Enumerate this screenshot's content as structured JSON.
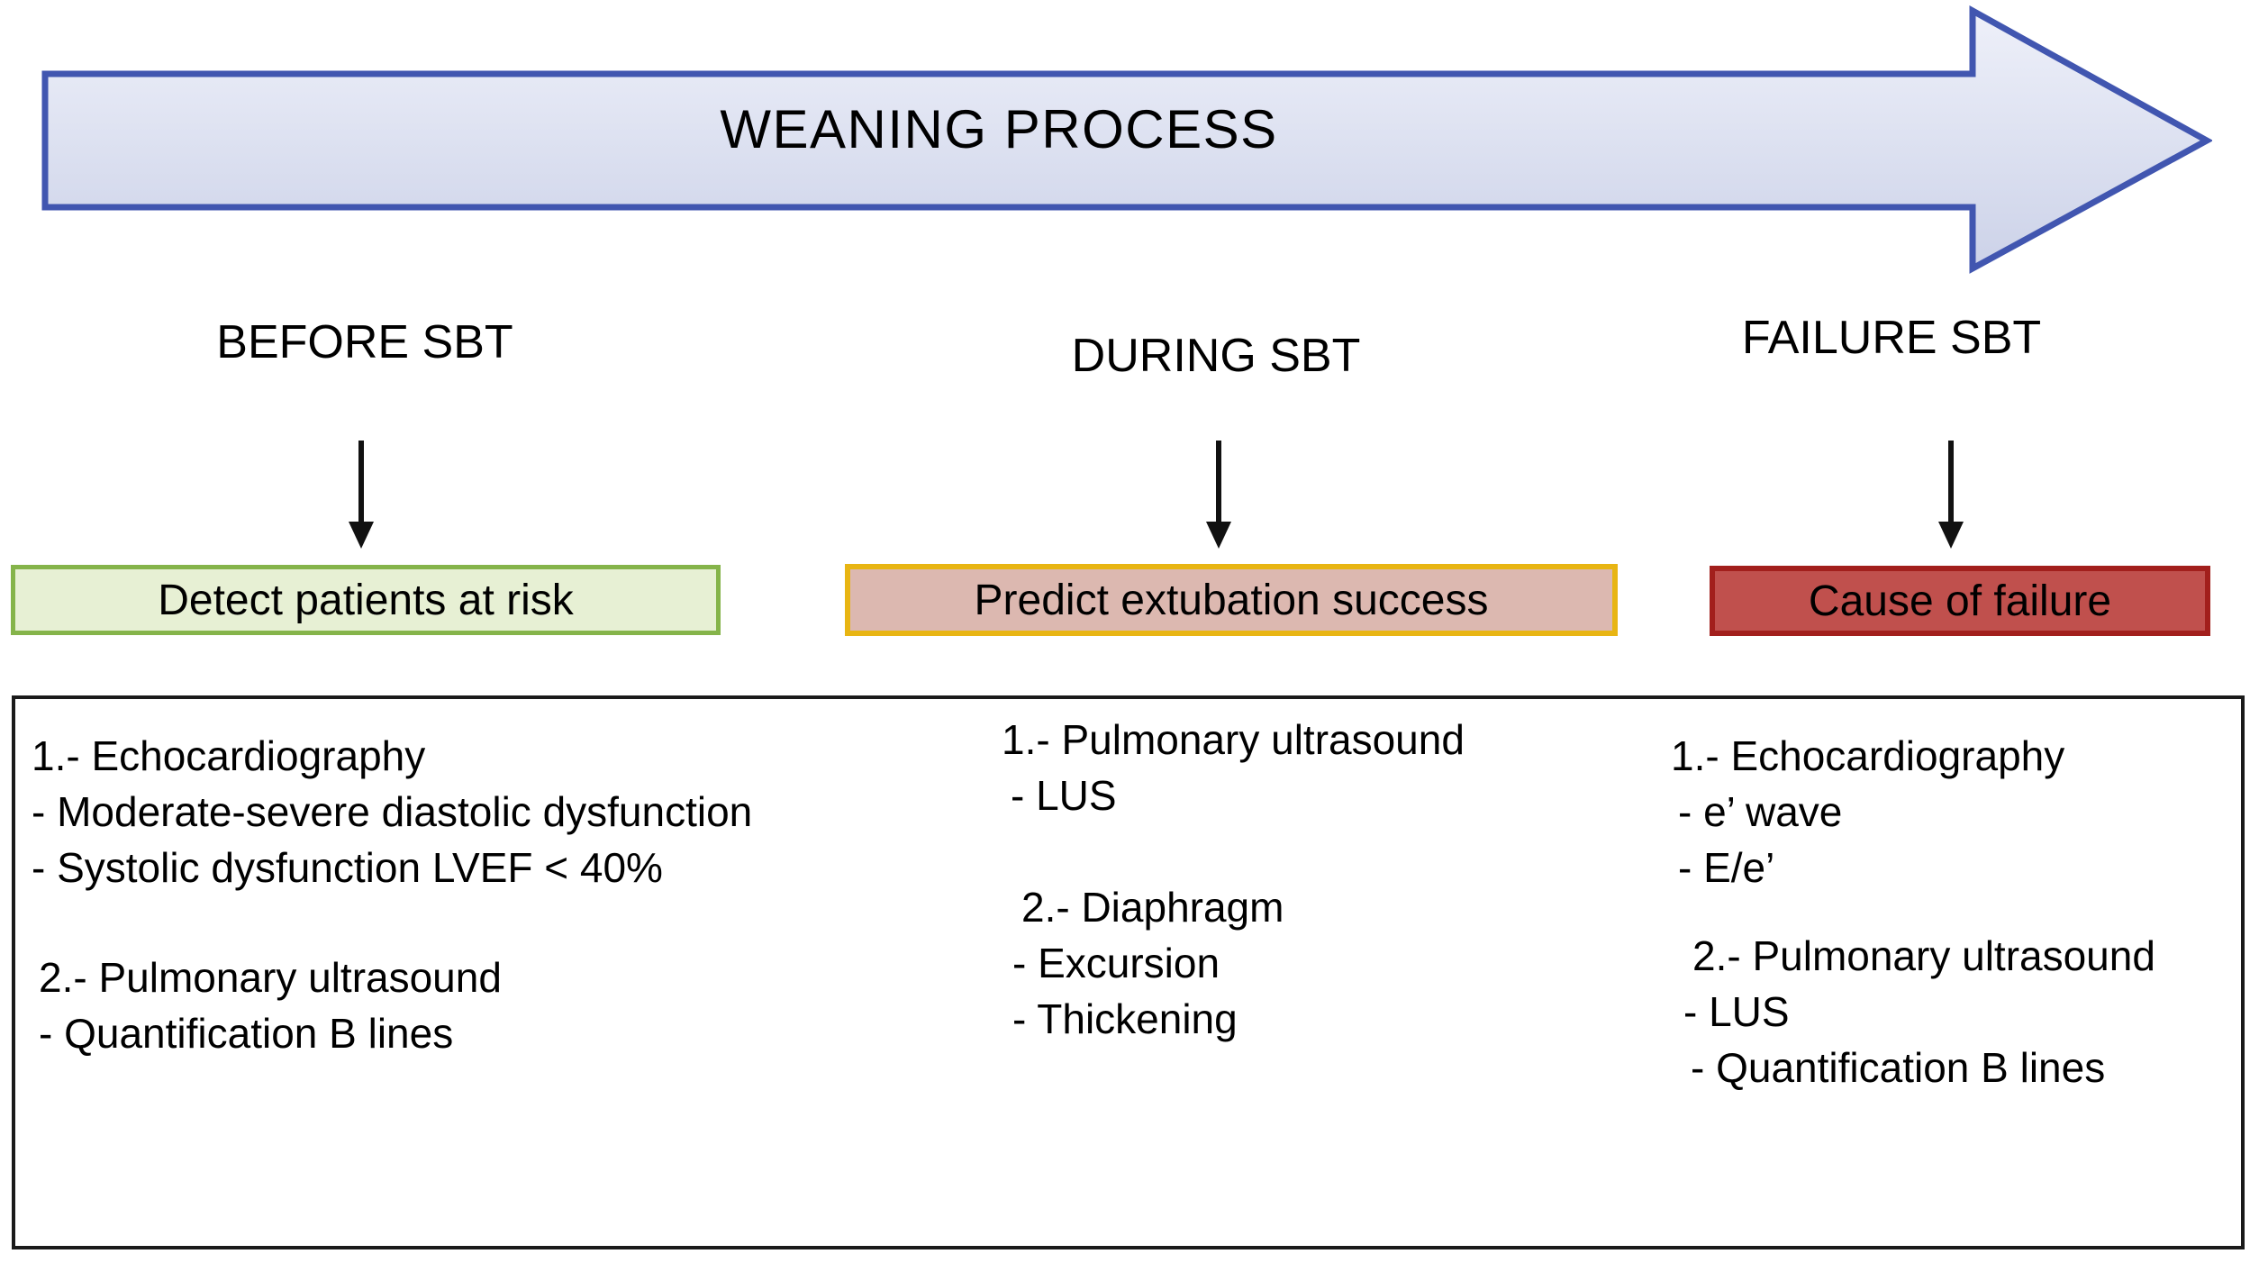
{
  "banner": {
    "label": "WEANING PROCESS",
    "fill_light": "#eceef8",
    "fill_dark": "#c8cde4",
    "stroke": "#4156b0"
  },
  "stages": [
    {
      "header": "BEFORE SBT",
      "box_label": "Detect patients at risk",
      "box_fill": "#e7f0d4",
      "box_border": "#85b44a",
      "arrow_icon": "down-arrow-icon"
    },
    {
      "header": "DURING SBT",
      "box_label": "Predict extubation success",
      "box_fill": "#dcb8b0",
      "box_border": "#e8b513",
      "arrow_icon": "down-arrow-icon"
    },
    {
      "header": "FAILURE SBT",
      "box_label": "Cause of failure",
      "box_fill": "#c0504d",
      "box_border": "#a21f1c",
      "arrow_icon": "down-arrow-icon"
    }
  ],
  "columns": [
    {
      "group1": {
        "heading": "1.- Echocardiography",
        "items": [
          "- Moderate-severe diastolic dysfunction",
          "- Systolic dysfunction LVEF < 40%"
        ]
      },
      "group2": {
        "heading": "2.- Pulmonary ultrasound",
        "items": [
          "- Quantification B lines"
        ]
      }
    },
    {
      "group1": {
        "heading": "1.- Pulmonary ultrasound",
        "items": [
          "- LUS"
        ]
      },
      "group2": {
        "heading": "2.- Diaphragm",
        "items": [
          "- Excursion",
          "- Thickening"
        ]
      }
    },
    {
      "group1": {
        "heading": "1.- Echocardiography",
        "items": [
          "- e’ wave",
          "- E/e’"
        ]
      },
      "group2": {
        "heading": "2.- Pulmonary ultrasound",
        "items": [
          "- LUS",
          "- Quantification B lines"
        ]
      }
    }
  ]
}
